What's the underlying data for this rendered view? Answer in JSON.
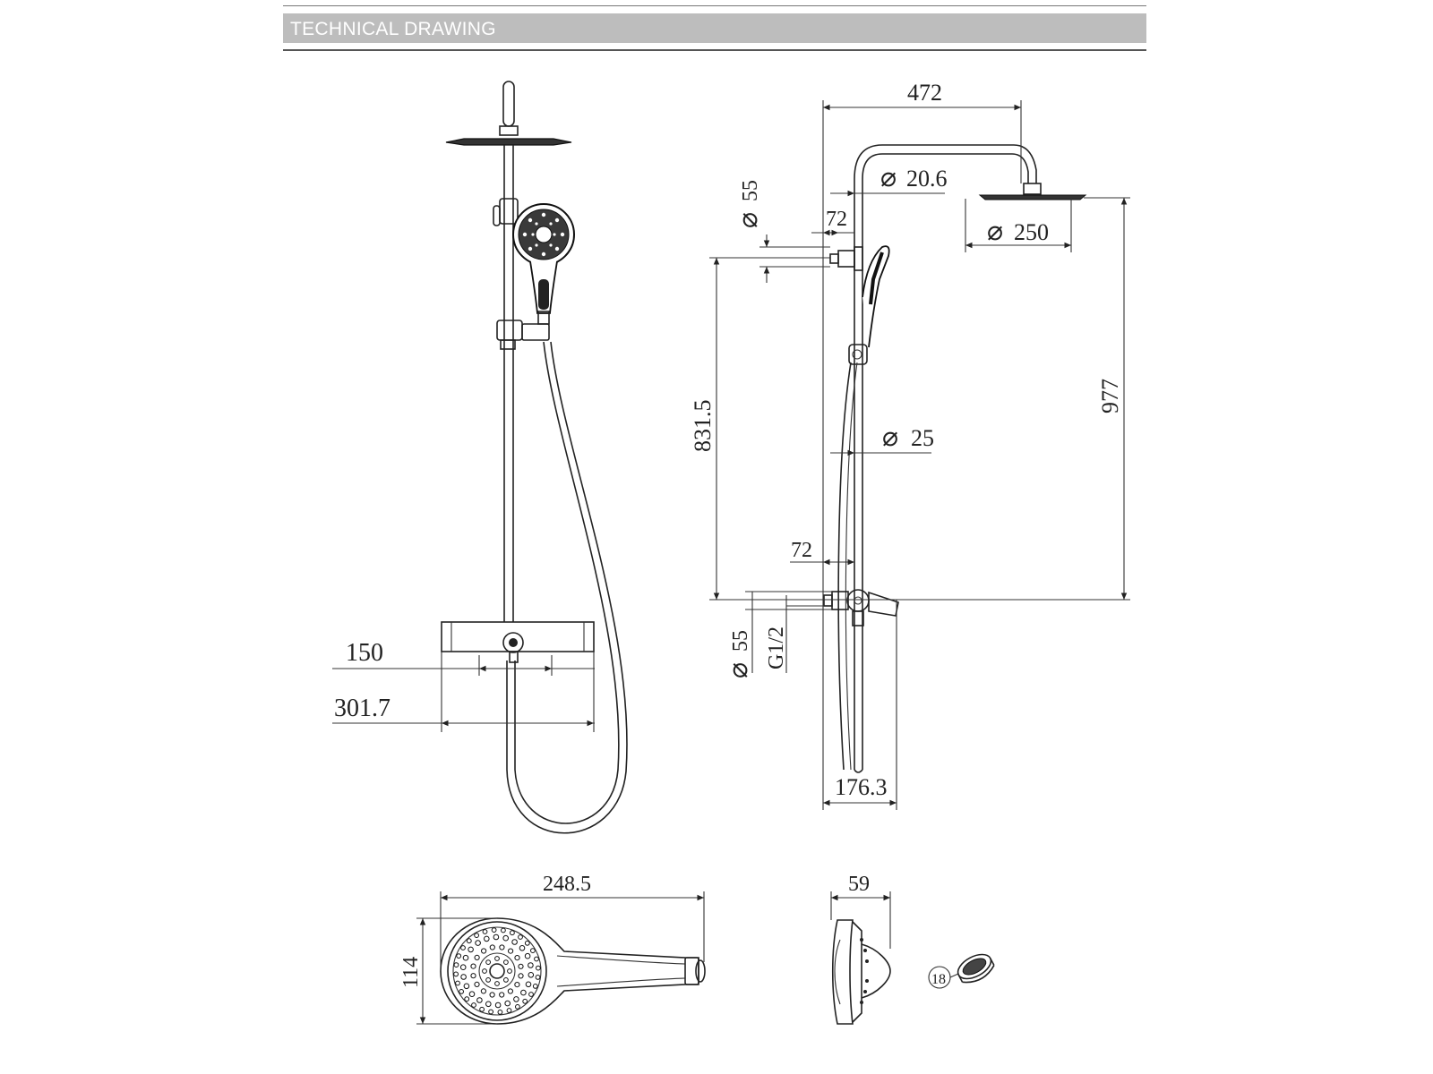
{
  "header": {
    "title": "TECHNICAL DRAWING"
  },
  "front_view": {
    "dim_bracket_width": "150",
    "dim_valve_width": "301.7"
  },
  "side_view": {
    "dim_arm_length": "472",
    "dim_arm_diameter": "20.6",
    "dim_head_diameter": "250",
    "dim_top_bracket_offset": "72",
    "dim_top_bracket_diameter": "55",
    "dim_rail_diameter": "25",
    "dim_inlet_height": "831.5",
    "dim_total_height": "977",
    "dim_bottom_offset": "72",
    "dim_inlet_diameter": "55",
    "dim_inlet_thread": "G1/2",
    "dim_projection": "176.3"
  },
  "handset_view": {
    "dim_length": "248.5",
    "dim_width": "114"
  },
  "handset_side_view": {
    "dim_depth": "59"
  },
  "callout": {
    "part_number": "18"
  },
  "symbols": {
    "diameter": "⌀"
  }
}
